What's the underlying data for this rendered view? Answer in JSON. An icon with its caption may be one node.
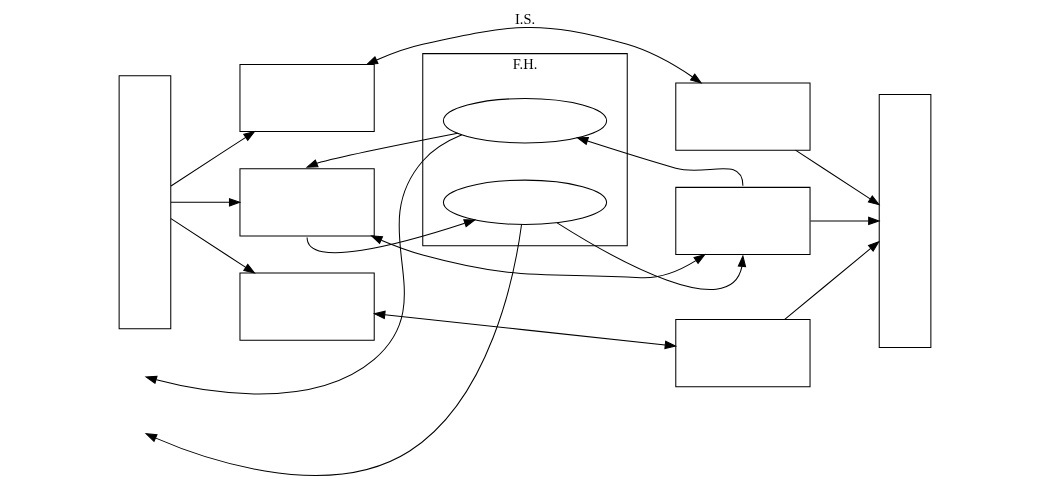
{
  "diagram": {
    "nodes": [
      {
        "text": [],
        "shape": "box"
      },
      {
        "text": [],
        "shape": "box"
      },
      {
        "text": [],
        "shape": "box"
      },
      {
        "text": [],
        "shape": "box"
      },
      {
        "text": [],
        "shape": "box"
      },
      {
        "text": [],
        "shape": "box"
      },
      {
        "text": [
          "F.H."
        ]
      },
      {
        "text": [],
        "shape": "ellipse",
        "in": 6
      },
      {
        "text": [],
        "shape": "ellipse",
        "in": 6
      },
      {
        "text": [],
        "shape": "box"
      },
      {
        "text": [],
        "shape": "box"
      }
    ],
    "edges": [
      {
        "from": 0,
        "to": 1,
        "arrow": "to"
      },
      {
        "from": 1,
        "to": 2,
        "arrow": "both"
      },
      {
        "from": 2,
        "to": 3,
        "arrow": "to"
      },
      {
        "from": 0,
        "to": 4,
        "arrow": "to"
      },
      {
        "from": 4,
        "to": 5,
        "arrow": "both",
        "label": "I.S."
      },
      {
        "from": 5,
        "to": 3,
        "arrow": "to"
      },
      {
        "from": 0,
        "to": 9,
        "arrow": "to"
      },
      {
        "from": 10,
        "to": 3,
        "arrow": "to"
      },
      {
        "from": 7,
        "to": null,
        "arrow": "to"
      },
      {
        "from": 8,
        "to": null,
        "arrow": "to"
      },
      {
        "from": 9,
        "to": 10,
        "arrow": "both"
      },
      {
        "from": 7,
        "to": 9,
        "arrow": "to"
      },
      {
        "from": 10,
        "to": 7,
        "arrow": "to"
      },
      {
        "from": 9,
        "to": 8,
        "arrow": "to"
      },
      {
        "from": 8,
        "to": 10,
        "arrow": "to"
      }
    ]
  }
}
